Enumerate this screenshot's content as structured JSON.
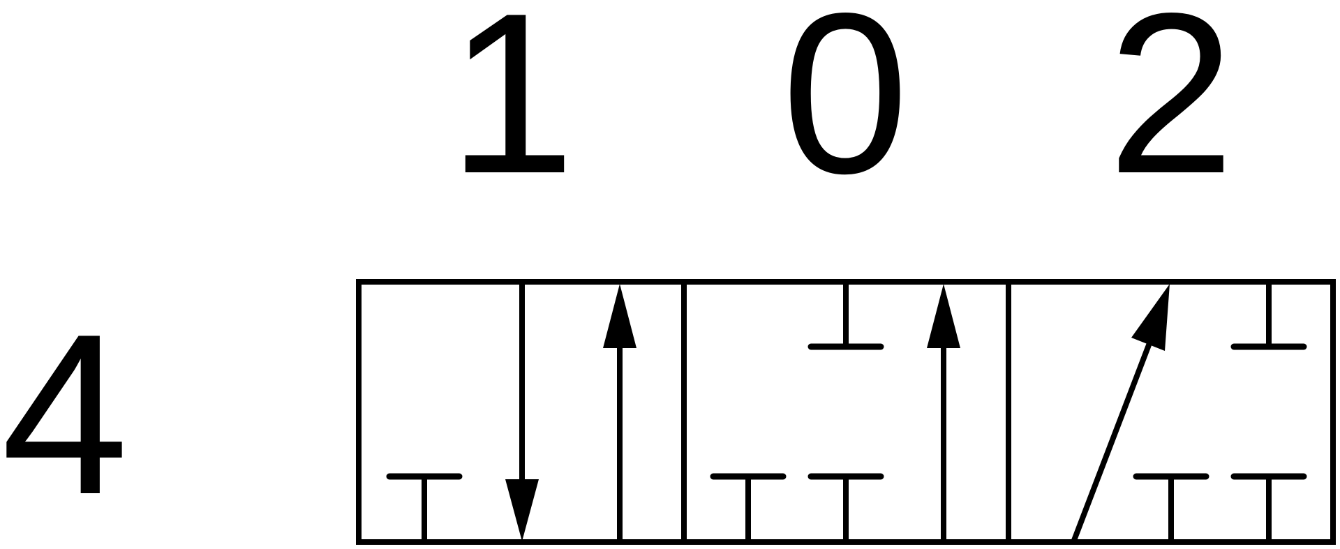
{
  "diagram": {
    "type": "pneumatic 5/3 directional control valve symbol",
    "background_color": "#ffffff",
    "line_color": "#000000",
    "left_label": "4",
    "position_labels": [
      "1",
      "0",
      "2"
    ],
    "positions": [
      {
        "label": "1",
        "flows": [
          "top-center to bottom-center with arrow pointing down",
          "bottom-right to top-right with arrow pointing up"
        ],
        "blocked_ports": [
          "bottom-left"
        ]
      },
      {
        "label": "0",
        "flows": [
          "bottom-right to top-right with arrow pointing up"
        ],
        "blocked_ports": [
          "top-center",
          "bottom-left",
          "bottom-center"
        ]
      },
      {
        "label": "2",
        "flows": [
          "bottom-left to top-center with diagonal arrow pointing up-right"
        ],
        "blocked_ports": [
          "top-right",
          "bottom-center",
          "bottom-right"
        ]
      }
    ]
  }
}
